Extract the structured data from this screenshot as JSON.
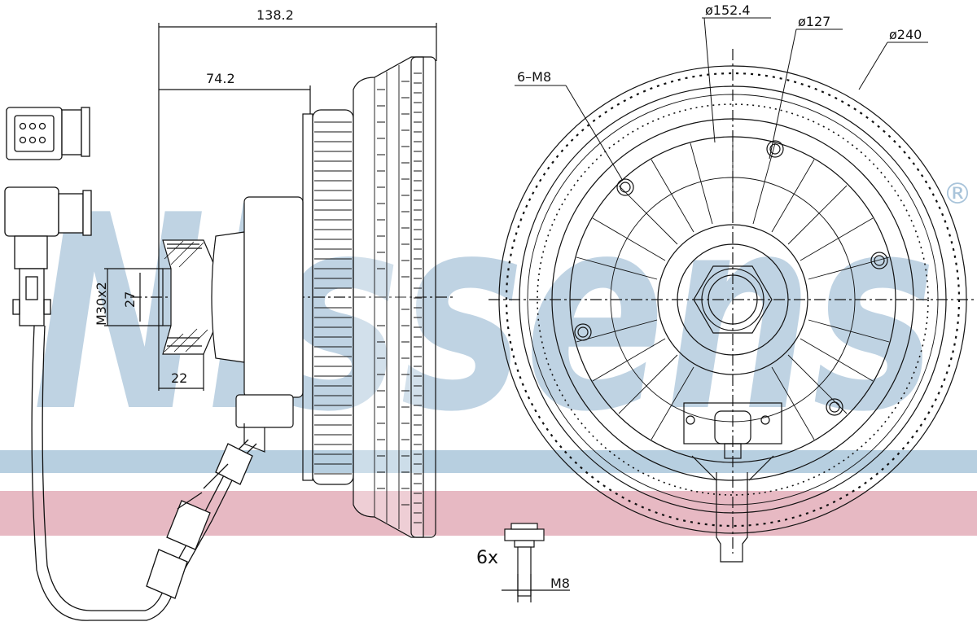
{
  "drawing": {
    "dimensions": {
      "overall_depth": "138.2",
      "hub_depth": "74.2",
      "shaft_length": "22",
      "thread_spec": "M30x2",
      "thread_inner": "27",
      "dia_outer": "ø240",
      "dia_mid": "ø152.4",
      "dia_inner": "ø127",
      "bolt_spec": "6–M8",
      "bolt_qty": "6x",
      "bolt_size": "M8"
    },
    "watermark": {
      "brand": "Nissens",
      "registered_mark": "®"
    },
    "colors": {
      "band_blue": "#b7cfe0",
      "band_pink": "#e7b9c3",
      "watermark_blue": "#a9c4da",
      "line": "#111111"
    },
    "icons": [
      "connector-icon",
      "bolt-icon"
    ]
  }
}
